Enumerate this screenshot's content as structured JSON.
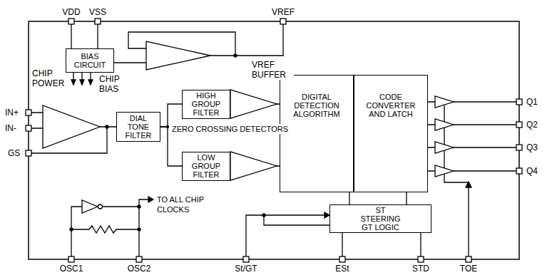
{
  "diagram": {
    "nodes": [
      {
        "text": [
          "BIAS CIRCUIT"
        ]
      },
      {
        "text": [
          "DIAL TONE FILTER"
        ]
      },
      {
        "text": [
          "HIGH GROUP FILTER"
        ]
      },
      {
        "text": [
          "LOW GROUP FILTER"
        ]
      },
      {
        "text": [
          "DIGITAL DETECTION ALGORITHM"
        ]
      },
      {
        "text": [
          "CODE CONVERTER AND LATCH"
        ]
      },
      {
        "text": [
          "ST STEERING GT LOGIC"
        ]
      }
    ],
    "edges": [
      {
        "from": 1,
        "to": 2,
        "arrow": "none"
      },
      {
        "from": 1,
        "to": 3,
        "arrow": "none"
      },
      {
        "from": 2,
        "to": 4,
        "arrow": "none"
      },
      {
        "from": 3,
        "to": 4,
        "arrow": "none"
      },
      {
        "from": 4,
        "to": 6,
        "arrow": "none"
      },
      {
        "from": 5,
        "to": 6,
        "arrow": "none"
      }
    ],
    "labels": [
      "VDD",
      "VSS",
      "VREF",
      "CHIP BIAS",
      "CHIP POWER",
      "VREF BUFFER",
      "IN+",
      "IN-",
      "GS",
      "ZERO CROSSING DETECTORS",
      "Q1",
      "Q2",
      "Q3",
      "Q4",
      "TO ALL CHIP CLOCKS",
      "OSC1",
      "OSC2",
      "St/GT",
      "ESt",
      "STD",
      "TOE"
    ]
  }
}
